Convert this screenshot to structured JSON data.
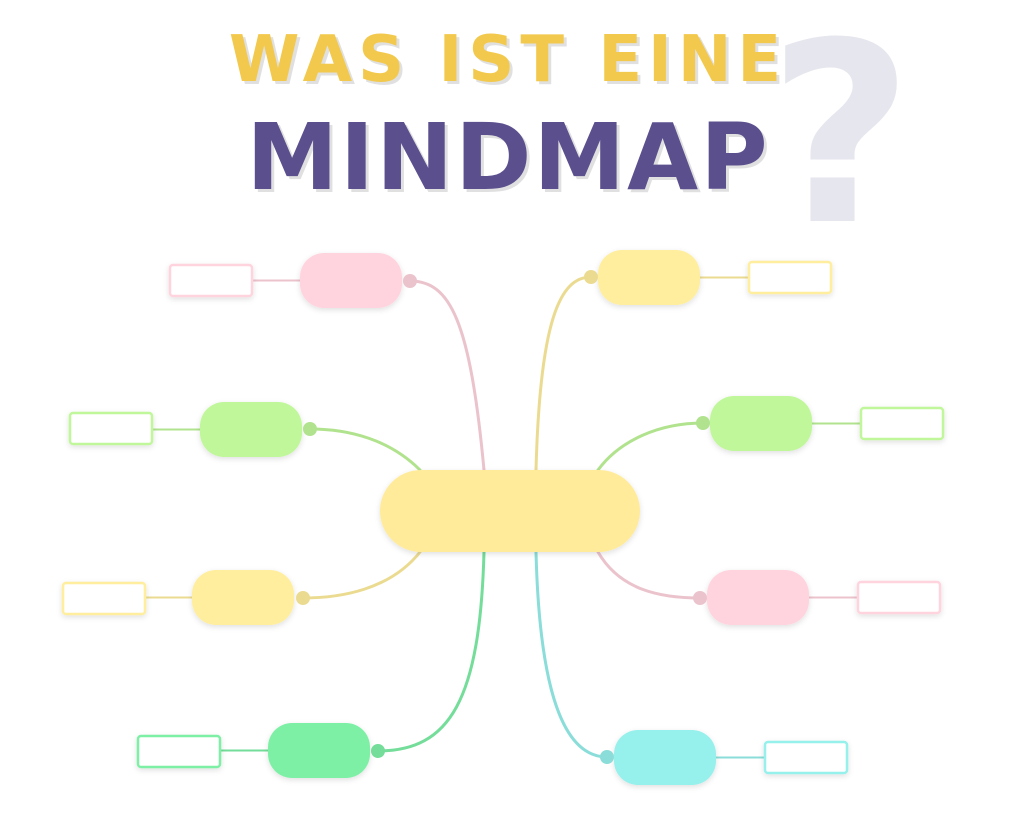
{
  "title": {
    "line1": "WAS IST EINE",
    "line2": "MINDMAP",
    "question_mark": "?"
  },
  "colors": {
    "title_line1": "#F2C94C",
    "title_line2": "#5B4F8E",
    "question_mark": "#E6E6EE",
    "center_node": "#FFEB99",
    "pink": "#FFD4DE",
    "lightgreen": "#C0F79A",
    "yellow": "#FFEE9E",
    "green": "#7DF0A6",
    "cyan": "#96F0EC"
  },
  "diagram": {
    "center": {
      "name": "central-topic-node",
      "color": "center_node"
    },
    "branches": [
      {
        "name": "branch-top-left",
        "color": "pink",
        "side": "left"
      },
      {
        "name": "branch-mid-upper-left",
        "color": "lightgreen",
        "side": "left"
      },
      {
        "name": "branch-mid-lower-left",
        "color": "yellow",
        "side": "left"
      },
      {
        "name": "branch-bottom-left",
        "color": "green",
        "side": "left"
      },
      {
        "name": "branch-top-right",
        "color": "yellow",
        "side": "right"
      },
      {
        "name": "branch-mid-upper-right",
        "color": "lightgreen",
        "side": "right"
      },
      {
        "name": "branch-mid-lower-right",
        "color": "pink",
        "side": "right"
      },
      {
        "name": "branch-bottom-right",
        "color": "cyan",
        "side": "right"
      }
    ]
  }
}
